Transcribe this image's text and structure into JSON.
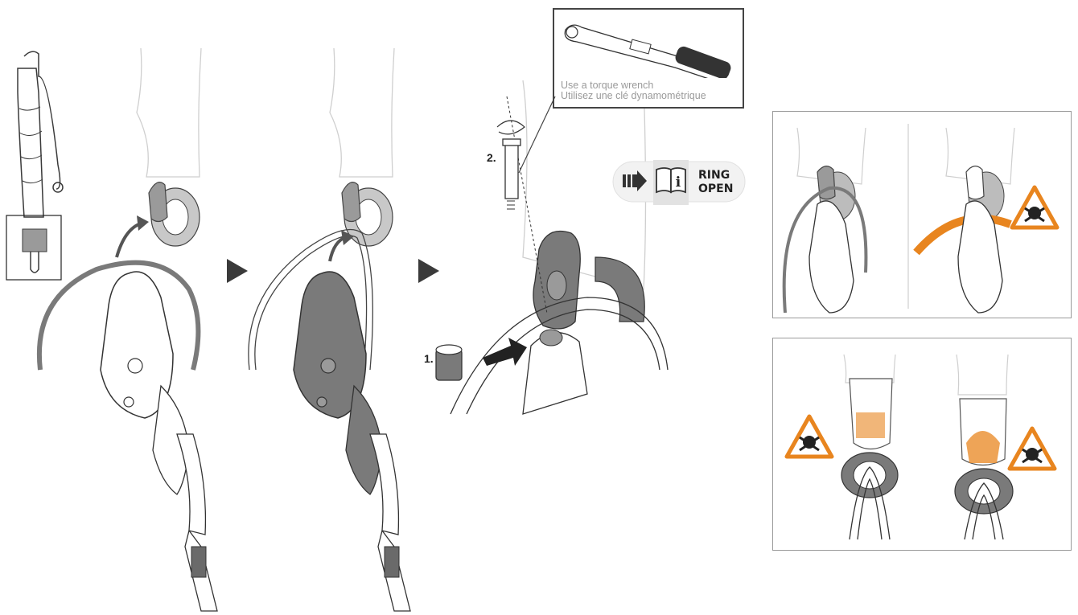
{
  "steps": {
    "step1": "1.",
    "step2": "2."
  },
  "torque_note": {
    "line1": "Use a torque wrench",
    "line2": "Utilisez une clé dynamométrique"
  },
  "manual_ref": {
    "line1": "RING",
    "line2": "OPEN"
  },
  "colors": {
    "line": "#3a3a3a",
    "device_gray": "#7a7a7a",
    "warning_orange": "#e8851f",
    "frame_border": "#9a9a9a",
    "light_text": "#9a9a9a"
  },
  "icons": [
    "arrow-right-icon",
    "manual-info-icon",
    "warning-skull-icon",
    "curved-arrow-icon",
    "rotation-icon"
  ]
}
